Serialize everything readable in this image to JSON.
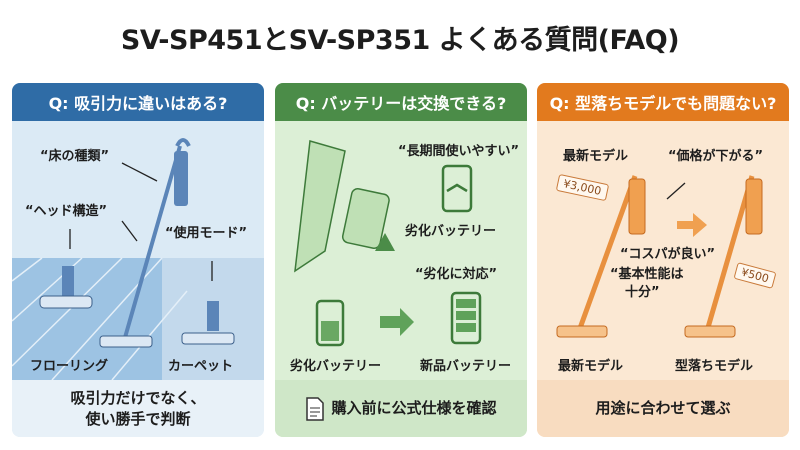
{
  "title": "SV-SP451とSV-SP351 よくある質問(FAQ)",
  "colors": {
    "blue": "#2f6ca6",
    "green": "#4b8c48",
    "orange": "#e27a1e"
  },
  "panels": [
    {
      "question": "Q: 吸引力に違いはある?",
      "labels": {
        "floor_type": "“床の種類”",
        "head": "“ヘッド構造”",
        "mode": "“使用モード”",
        "flooring": "フローリング",
        "carpet": "カーペット"
      },
      "footer_line1": "吸引力だけでなく、",
      "footer_line2": "使い勝手で判断"
    },
    {
      "question": "Q: バッテリーは交換できる?",
      "labels": {
        "long_use": "“長期間使いやすい”",
        "degraded_top": "劣化バッテリー",
        "handle": "“劣化に対応”",
        "degraded": "劣化バッテリー",
        "new": "新品バッテリー"
      },
      "footer_icon": "document-icon",
      "footer": "購入前に公式仕様を確認"
    },
    {
      "question": "Q: 型落ちモデルでも問題ない?",
      "labels": {
        "latest_top": "最新モデル",
        "price_down": "“価格が下がる”",
        "price_old": "¥3,000",
        "cospa": "“コスパが良い”",
        "basic1": "“基本性能は",
        "basic2": "十分”",
        "price_new": "¥500",
        "latest": "最新モデル",
        "older": "型落ちモデル"
      },
      "footer": "用途に合わせて選ぶ"
    }
  ]
}
